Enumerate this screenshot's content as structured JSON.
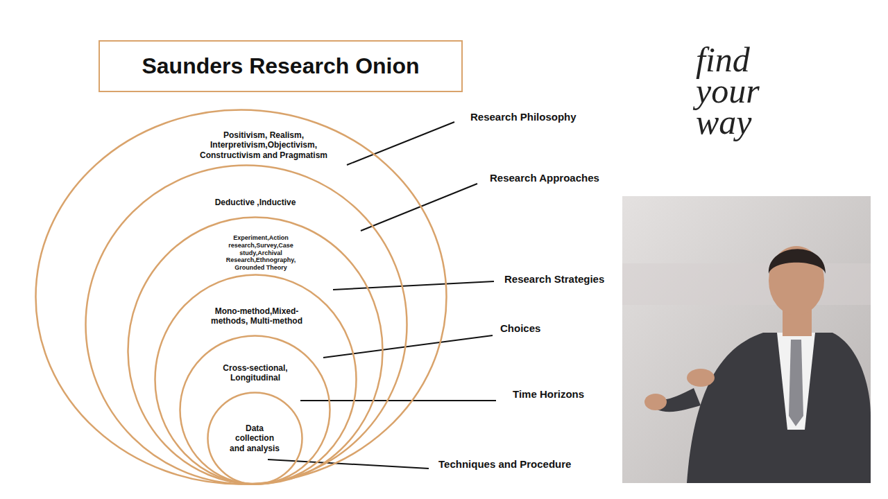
{
  "diagram": {
    "title": "Saunders Research Onion",
    "nodes": [
      {
        "text": [
          "Positivism, Realism, Interpretivism,Objectivism, Constructivism and Pragmatism"
        ]
      },
      {
        "text": [
          "Deductive ,Inductive"
        ],
        "in": 0
      },
      {
        "text": [
          "Experiment,Action research,Survey,Case study,Archival Research,Ethnography, Grounded Theory"
        ],
        "in": 1
      },
      {
        "text": [
          "Mono-method,Mixed-methods, Multi-method"
        ],
        "in": 2
      },
      {
        "text": [
          "Cross-sectional, Longitudinal"
        ],
        "in": 3
      },
      {
        "text": [
          "Data collection and analysis"
        ],
        "in": 4
      }
    ],
    "labels": [
      "Research Philosophy",
      "Research Approaches",
      "Research Strategies",
      "Choices",
      "Time Horizons",
      "Techniques and Procedure",
      "find your way"
    ]
  }
}
